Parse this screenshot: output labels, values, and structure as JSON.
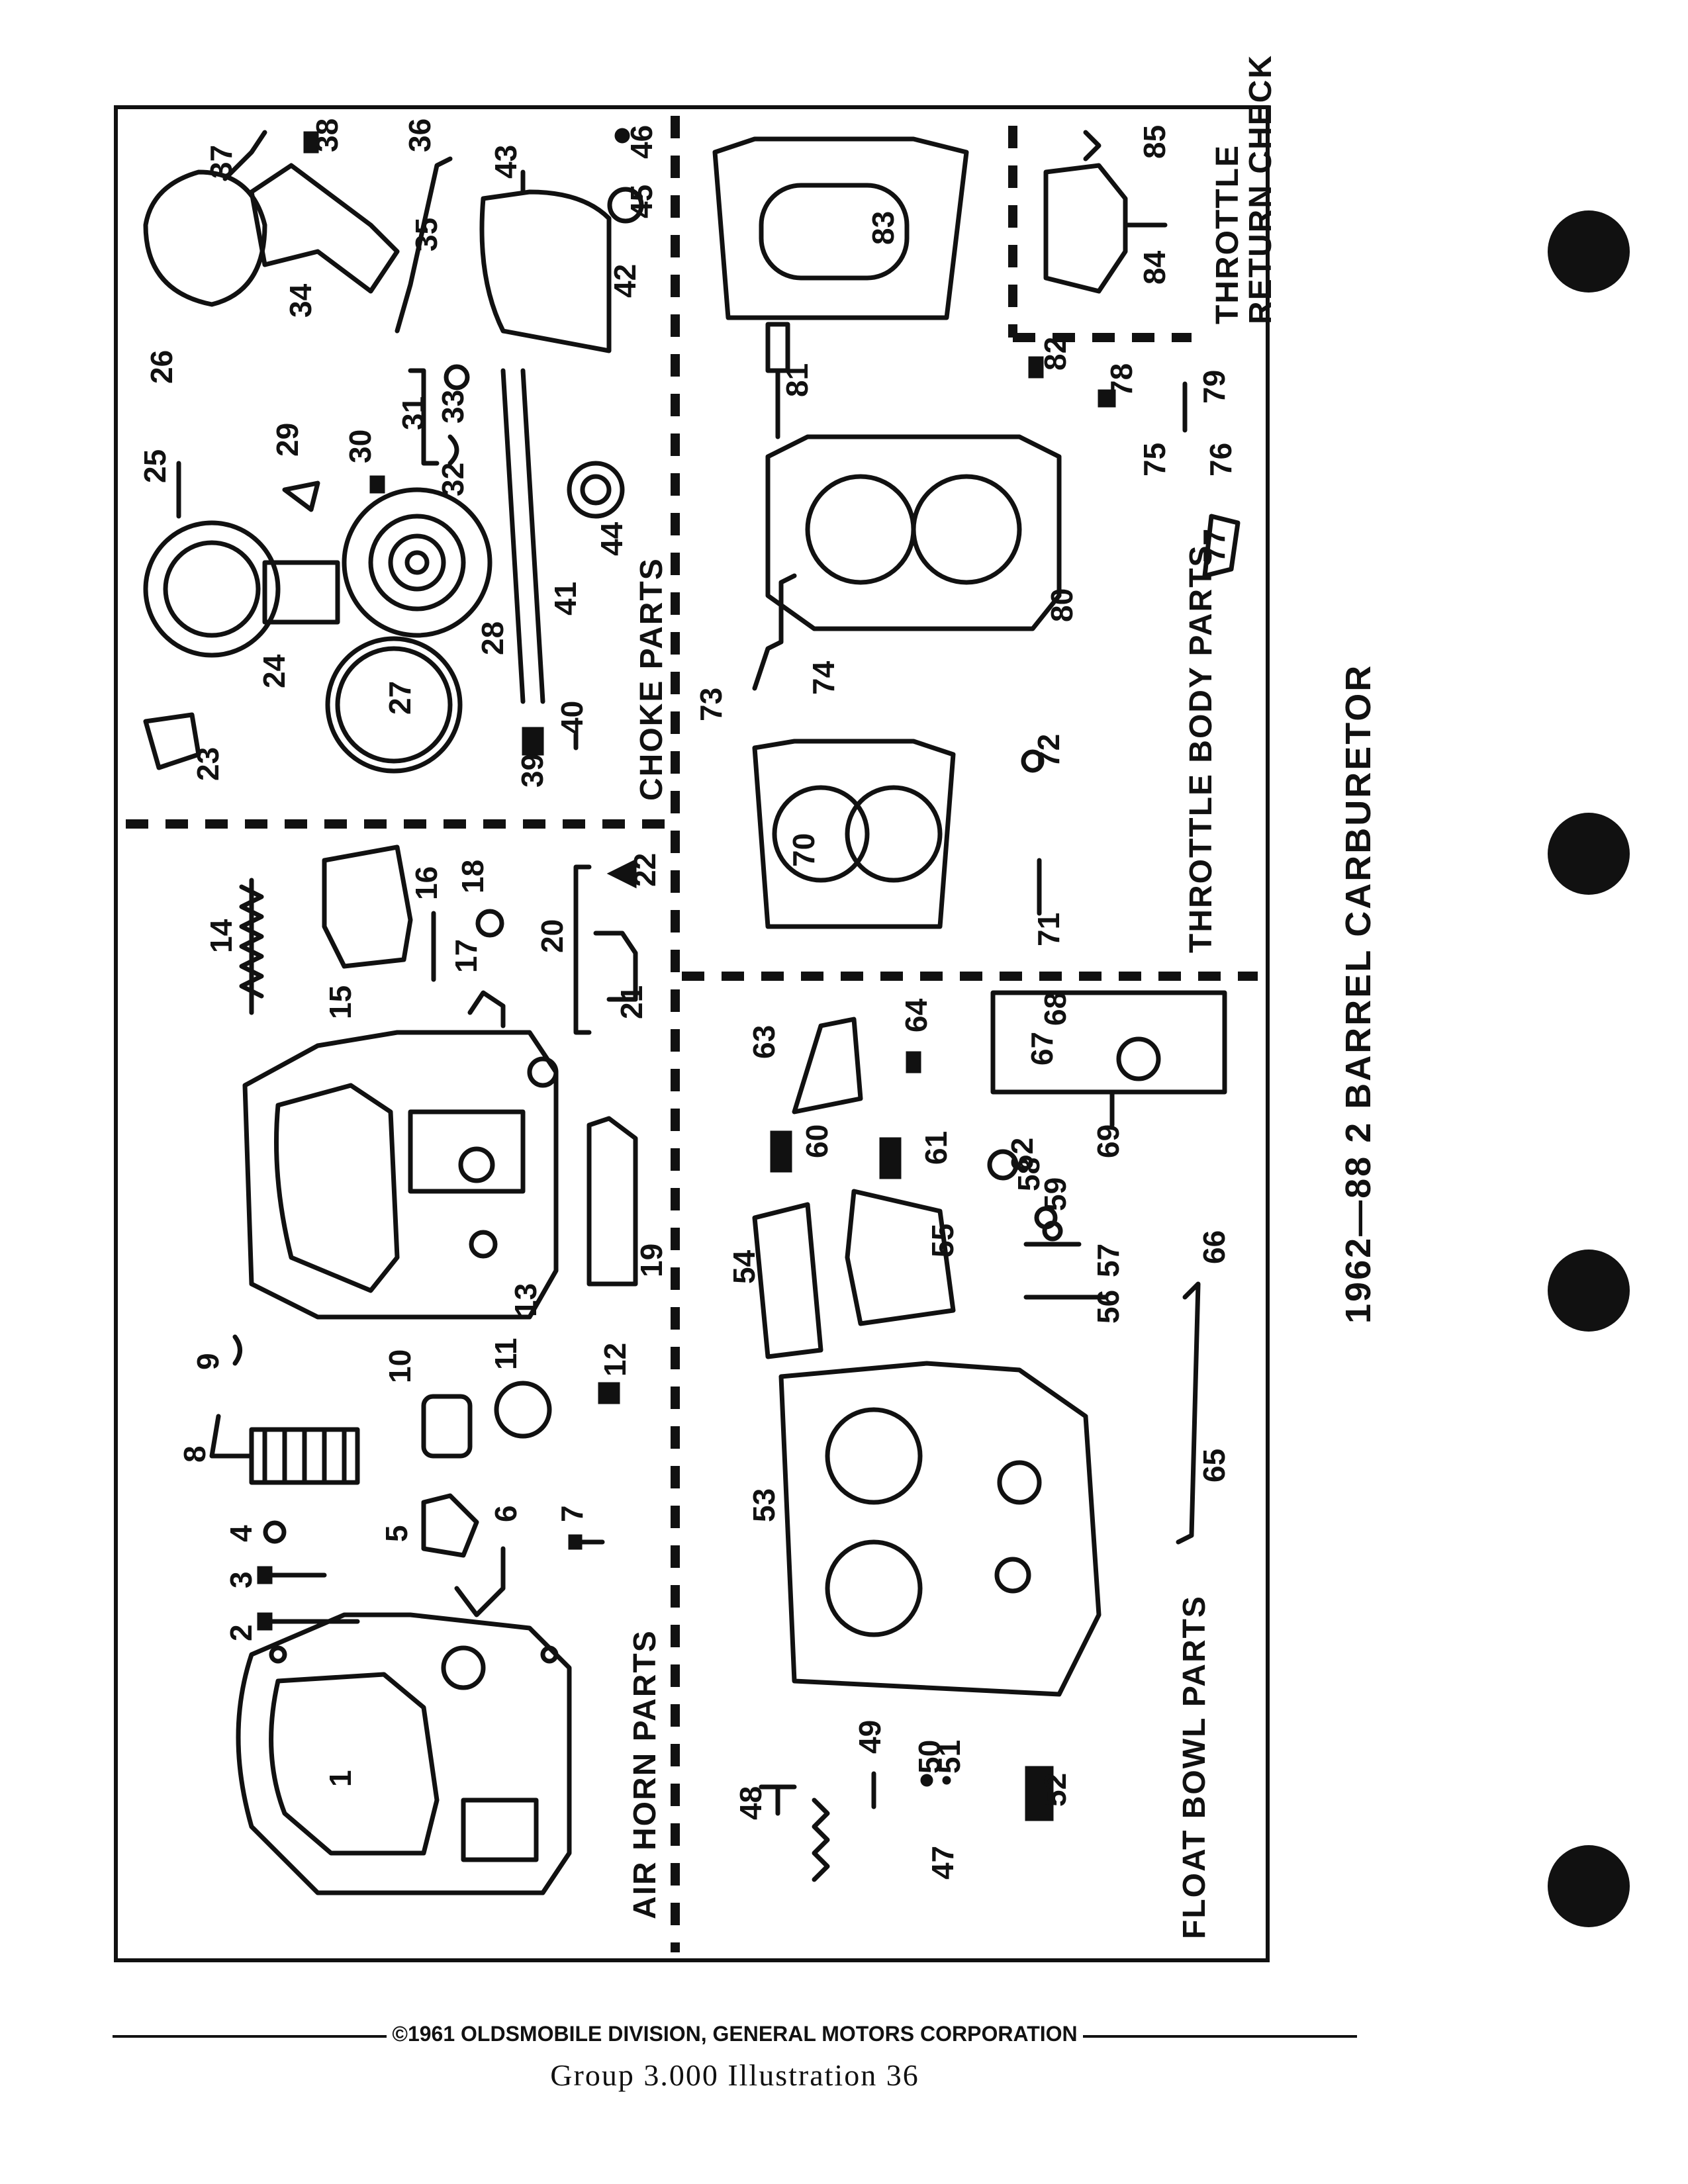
{
  "sections": {
    "air_horn": "AIR HORN PARTS",
    "choke": "CHOKE PARTS",
    "float_bowl": "FLOAT BOWL PARTS",
    "throttle_body": "THROTTLE BODY PARTS",
    "throttle_return_check_1": "THROTTLE",
    "throttle_return_check_2": "RETURN CHECK"
  },
  "title": "1962—88 2 BARREL CARBURETOR",
  "footer": {
    "copyright": "©1961 OLDSMOBILE DIVISION, GENERAL MOTORS CORPORATION",
    "caption": "Group   3.000   Illustration 36"
  },
  "part_numbers": {
    "p1": "1",
    "p2": "2",
    "p3": "3",
    "p4": "4",
    "p5": "5",
    "p6": "6",
    "p7": "7",
    "p8": "8",
    "p9": "9",
    "p10": "10",
    "p11": "11",
    "p12": "12",
    "p13": "13",
    "p14": "14",
    "p15": "15",
    "p16": "16",
    "p17": "17",
    "p18": "18",
    "p19": "19",
    "p20": "20",
    "p21": "21",
    "p22": "22",
    "p23": "23",
    "p24": "24",
    "p25": "25",
    "p26": "26",
    "p27": "27",
    "p28": "28",
    "p29": "29",
    "p30": "30",
    "p31": "31",
    "p32": "32",
    "p33": "33",
    "p34": "34",
    "p35": "35",
    "p36": "36",
    "p37": "37",
    "p38": "38",
    "p39": "39",
    "p40": "40",
    "p41": "41",
    "p42": "42",
    "p43": "43",
    "p44": "44",
    "p45": "45",
    "p46": "46",
    "p47": "47",
    "p48": "48",
    "p49": "49",
    "p50": "50",
    "p51": "51",
    "p52": "52",
    "p53": "53",
    "p54": "54",
    "p55": "55",
    "p56": "56",
    "p57": "57",
    "p58": "58",
    "p59": "59",
    "p60": "60",
    "p61": "61",
    "p62": "62",
    "p63": "63",
    "p64": "64",
    "p65": "65",
    "p66": "66",
    "p67": "67",
    "p68": "68",
    "p69": "69",
    "p70": "70",
    "p71": "71",
    "p72": "72",
    "p73": "73",
    "p74": "74",
    "p75": "75",
    "p76": "76",
    "p77": "77",
    "p78": "78",
    "p79": "79",
    "p80": "80",
    "p81": "81",
    "p82": "82",
    "p83": "83",
    "p84": "84",
    "p85": "85"
  }
}
